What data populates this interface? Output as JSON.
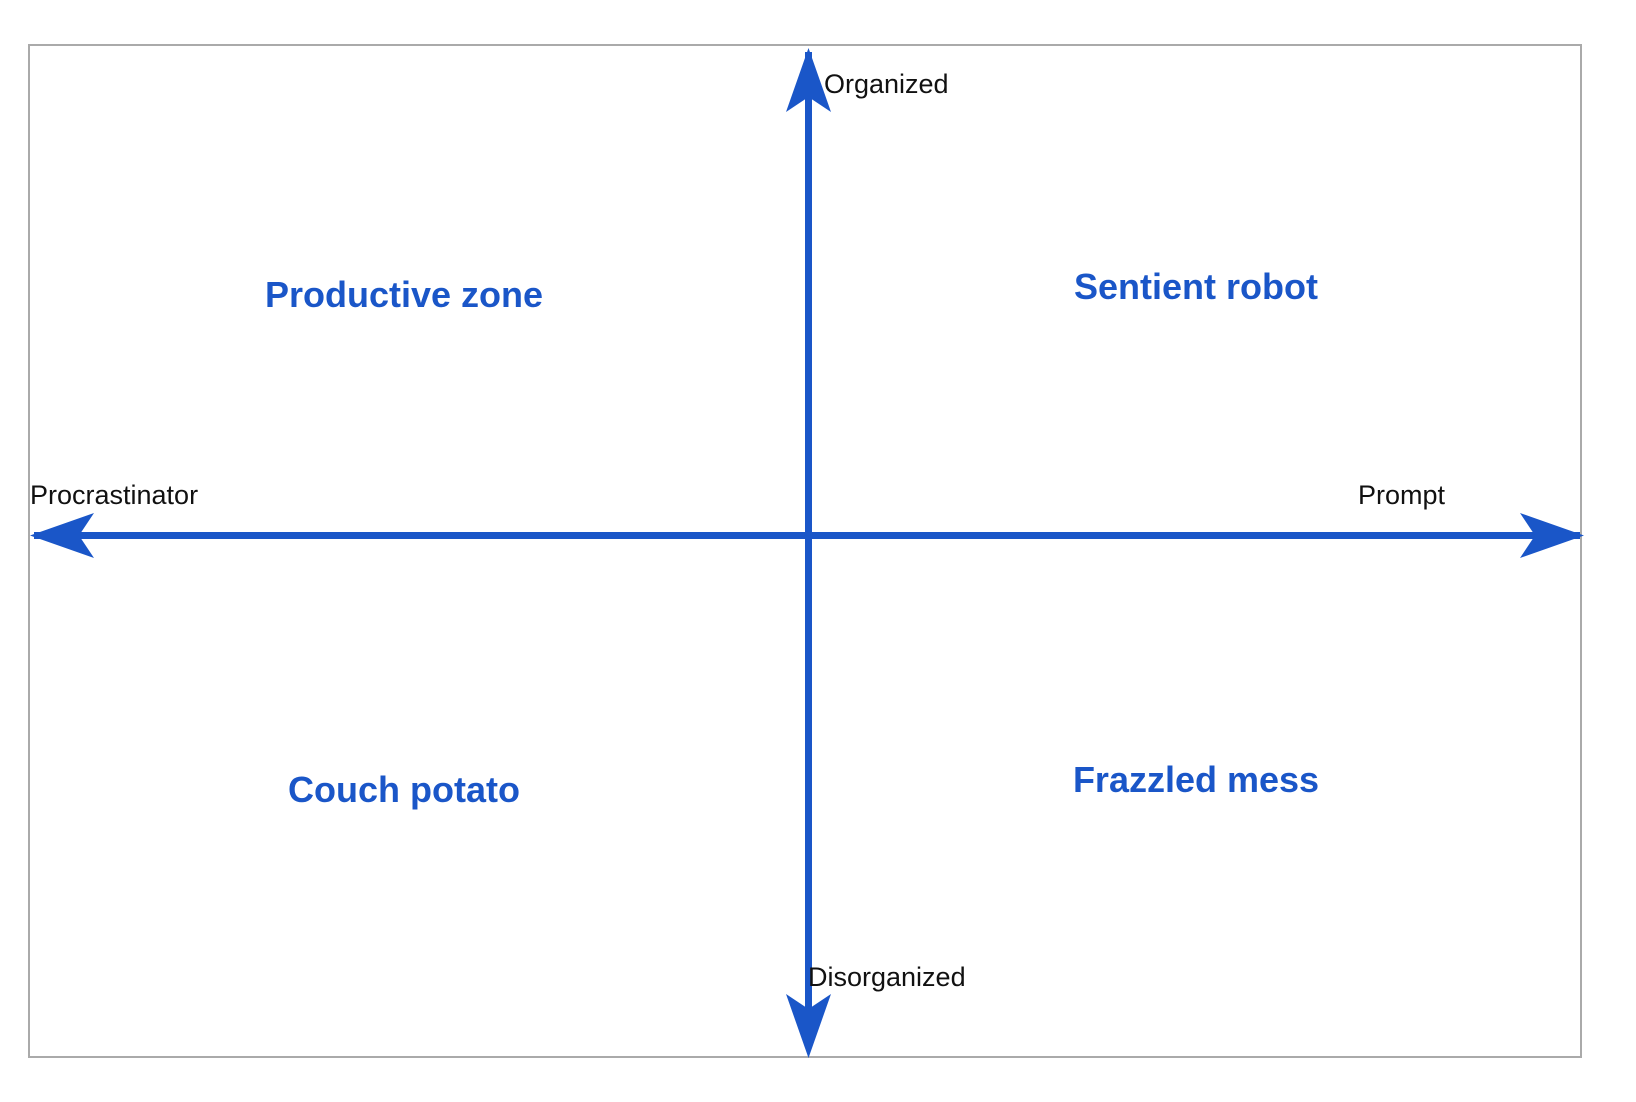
{
  "diagram": {
    "type": "quadrant-chart",
    "background_color": "#ffffff",
    "border_color": "#aaaaaa",
    "axis_color": "#1a56c8",
    "quadrant_label_color": "#1a56c8",
    "axis_label_color": "#111111",
    "axes": {
      "vertical": {
        "top_label": "Organized",
        "bottom_label": "Disorganized"
      },
      "horizontal": {
        "left_label": "Procrastinator",
        "right_label": "Prompt"
      }
    },
    "quadrants": [
      {
        "position": "top-left",
        "label": "Productive zone"
      },
      {
        "position": "top-right",
        "label": "Sentient robot"
      },
      {
        "position": "bottom-left",
        "label": "Couch potato"
      },
      {
        "position": "bottom-right",
        "label": "Frazzled mess"
      }
    ]
  },
  "chart_data": {
    "type": "scatter",
    "title": "",
    "xlabel": "",
    "ylabel": "",
    "x_axis": {
      "negative_end": "Procrastinator",
      "positive_end": "Prompt"
    },
    "y_axis": {
      "negative_end": "Disorganized",
      "positive_end": "Organized"
    },
    "quadrant_labels": {
      "top_left": "Productive zone",
      "top_right": "Sentient robot",
      "bottom_left": "Couch potato",
      "bottom_right": "Frazzled mess"
    },
    "series": [],
    "grid": false,
    "legend": null,
    "annotations": [
      "Organized",
      "Disorganized",
      "Procrastinator",
      "Prompt",
      "Productive zone",
      "Sentient robot",
      "Couch potato",
      "Frazzled mess"
    ]
  }
}
